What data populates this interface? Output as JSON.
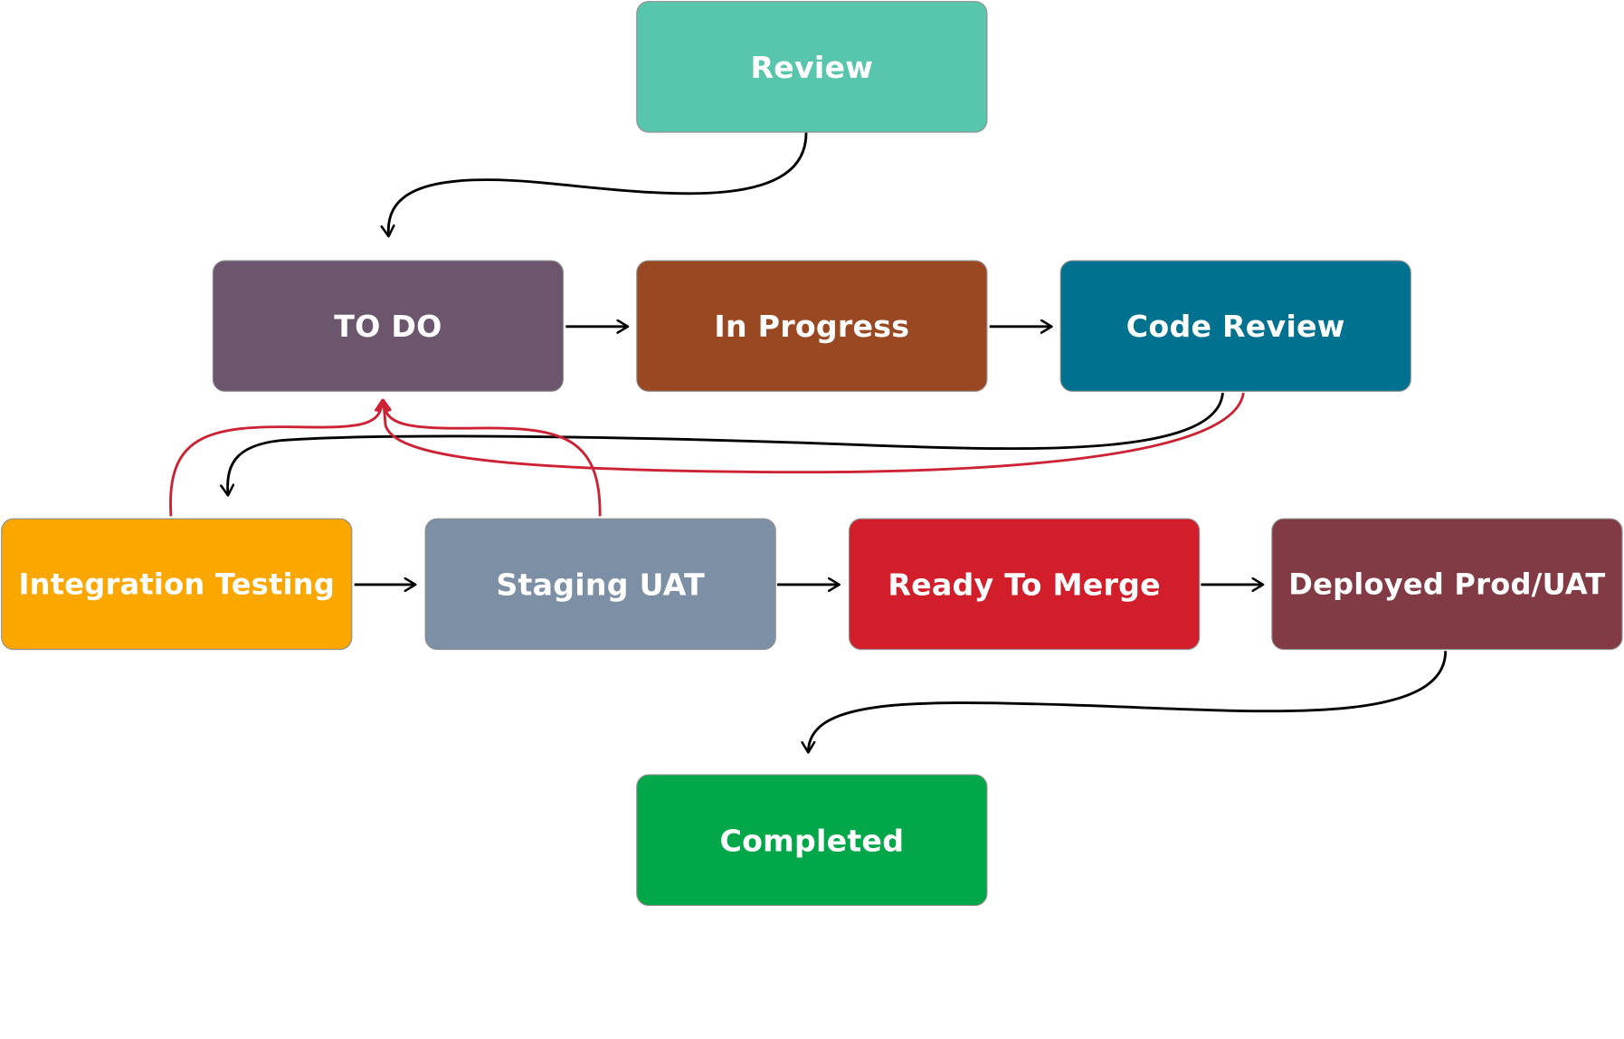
{
  "nodes": {
    "review": {
      "label": "Review",
      "color": "#58c5ad"
    },
    "todo": {
      "label": "TO DO",
      "color": "#6b566e"
    },
    "in_progress": {
      "label": "In Progress",
      "color": "#9a4822"
    },
    "code_review": {
      "label": "Code Review",
      "color": "#00728f"
    },
    "integration_testing": {
      "label": "Integration Testing",
      "color": "#fca700"
    },
    "staging_uat": {
      "label": "Staging UAT",
      "color": "#7d8fa4"
    },
    "ready_to_merge": {
      "label": "Ready To Merge",
      "color": "#d21e2b"
    },
    "deployed": {
      "label": "Deployed Prod/UAT",
      "color": "#823a44"
    },
    "completed": {
      "label": "Completed",
      "color": "#01a748"
    }
  },
  "edge_colors": {
    "forward": "#000000",
    "return": "#cc2233"
  }
}
